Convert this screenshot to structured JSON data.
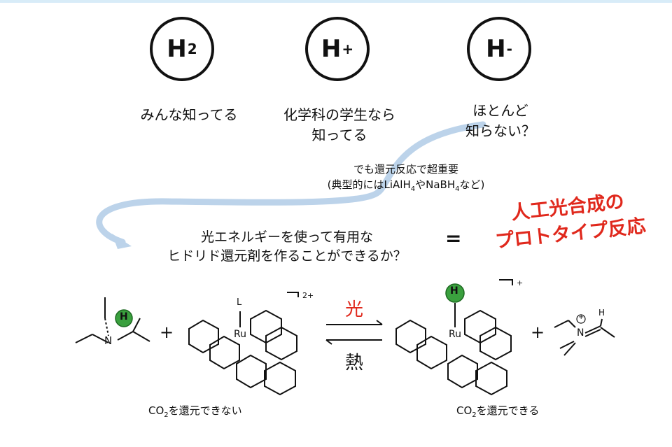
{
  "colors": {
    "accent_red": "#e0281c",
    "curve_blue": "#bcd3ea",
    "h_green": "#3aa03e"
  },
  "hydrogen_species": [
    {
      "symbol": "H",
      "mod": "2",
      "caption_lines": [
        "みんな知ってる"
      ]
    },
    {
      "symbol": "H",
      "mod": "+",
      "caption_lines": [
        "化学科の学生なら",
        "知ってる"
      ]
    },
    {
      "symbol": "H",
      "mod": "-",
      "caption_lines": [
        "ほとんど",
        "知らない？"
      ]
    }
  ],
  "note": {
    "line1": "でも還元反応で超重要",
    "line2_prefix": "(典型的には",
    "lialh": "LiAlH",
    "sub4": "4",
    "mid": "や",
    "nabh": "NaBH",
    "suffix": "など)"
  },
  "question": {
    "line1": "光エネルギーを使って有用な",
    "line2": "ヒドリド還元剤を作ることができるか？"
  },
  "equals": "=",
  "highlight": {
    "line1": "人工光合成の",
    "line2": "プロトタイプ反応"
  },
  "reaction": {
    "plus": "+",
    "forward_label": "光",
    "reverse_label": "熱",
    "charge_left": "2+",
    "charge_right": "+",
    "h_atom": "H",
    "ru": "Ru",
    "n": "N",
    "ligand_L": "L",
    "left_caption_prefix": "CO",
    "left_caption_sub": "2",
    "left_caption_suffix": "を還元できない",
    "right_caption_prefix": "CO",
    "right_caption_sub": "2",
    "right_caption_suffix": "を還元できる",
    "iminium_plus": "+",
    "iminium_h": "H"
  }
}
